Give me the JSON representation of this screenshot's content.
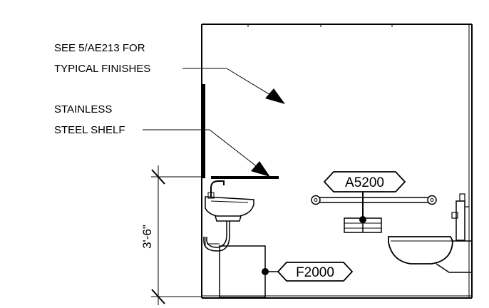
{
  "notes": {
    "finishes_line1": "SEE 5/AE213 FOR",
    "finishes_line2": "TYPICAL FINISHES",
    "shelf_line1": "STAINLESS",
    "shelf_line2": "STEEL SHELF"
  },
  "tags": {
    "grab_bar_tag": "A5200",
    "lavatory_tag": "F2000"
  },
  "dimensions": {
    "mounting_height": "3'-6\""
  }
}
